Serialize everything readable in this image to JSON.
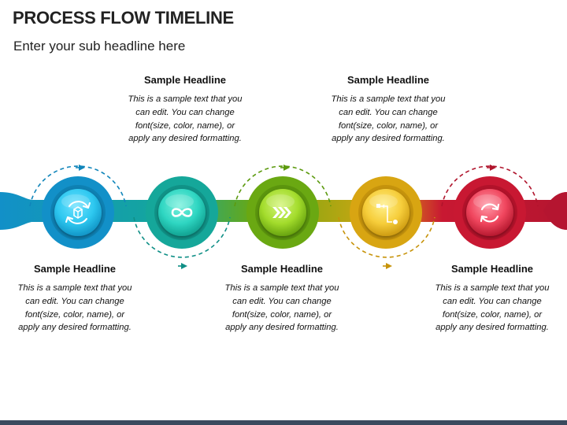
{
  "slide": {
    "title": "PROCESS FLOW TIMELINE",
    "subtitle": "Enter your sub headline here"
  },
  "steps": [
    {
      "headline": "Sample Headline",
      "body": "This is a sample text that you can edit. You can change font(size, color, name), or apply any desired formatting.",
      "icon": "refresh-box-icon",
      "color": "#1699c9",
      "color_light": "#2ec8f0",
      "color_dark": "#0c6e99"
    },
    {
      "headline": "Sample Headline",
      "body": "This is a sample text that you can edit. You can change font(size, color, name), or apply any desired formatting.",
      "icon": "infinity-icon",
      "color": "#14a79a",
      "color_light": "#2fd6c2",
      "color_dark": "#0a7a70"
    },
    {
      "headline": "Sample Headline",
      "body": "This is a sample text that you can edit. You can change font(size, color, name), or apply any desired formatting.",
      "icon": "triple-chevron-icon",
      "color": "#6aa812",
      "color_light": "#a3dc2c",
      "color_dark": "#4a7e08"
    },
    {
      "headline": "Sample Headline",
      "body": "This is a sample text that you can edit. You can change font(size, color, name), or apply any desired formatting.",
      "icon": "flow-path-icon",
      "color": "#d8a512",
      "color_light": "#f6cd3a",
      "color_dark": "#b07e06"
    },
    {
      "headline": "Sample Headline",
      "body": "This is a sample text that you can edit. You can change font(size, color, name), or apply any desired formatting.",
      "icon": "cycle-arrows-icon",
      "color": "#c81832",
      "color_light": "#f0465e",
      "color_dark": "#970c22"
    }
  ],
  "colors": {
    "bottom_bar": "#3b4a5e"
  }
}
